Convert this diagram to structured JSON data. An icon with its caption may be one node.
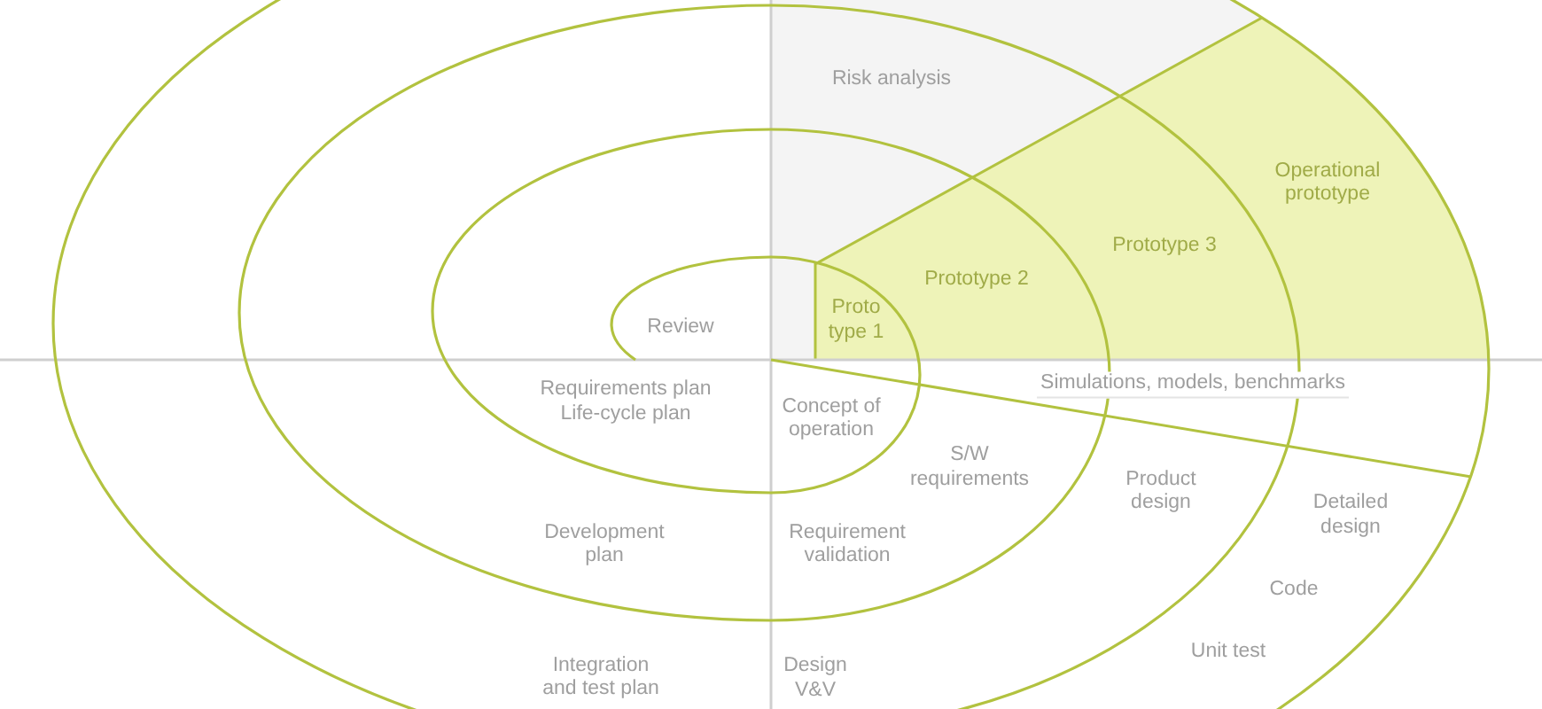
{
  "diagram": {
    "labels": [
      "Risk analysis",
      "Operational prototype",
      "Prototype 3",
      "Prototype 2",
      "Review",
      "Proto type 1",
      "Simulations, models, benchmarks",
      "Requirements plan",
      "Life-cycle plan",
      "Concept of operation",
      "S/W requirements",
      "Product design",
      "Detailed design",
      "Development plan",
      "Requirement validation",
      "Code",
      "Unit test",
      "Integration and test plan",
      "Design V&V"
    ]
  }
}
